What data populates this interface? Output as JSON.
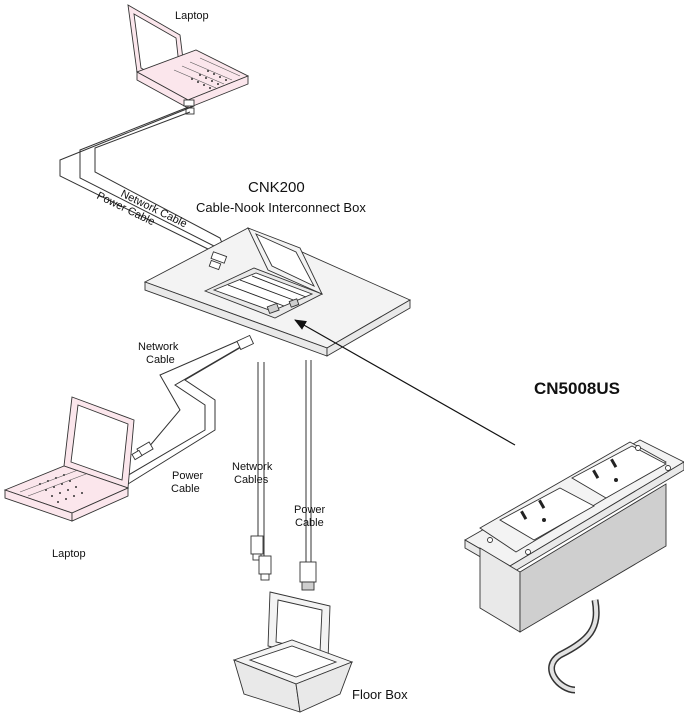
{
  "labels": {
    "laptop_top": "Laptop",
    "laptop_left": "Laptop",
    "cnk_model": "CNK200",
    "cnk_desc": "Cable-Nook Interconnect Box",
    "network_cable_top": "Network Cable",
    "power_cable_top": "Power Cable",
    "network_cable_left_1": "Network",
    "network_cable_left_2": "Cable",
    "power_cable_left_1": "Power",
    "power_cable_left_2": "Cable",
    "network_cables_1": "Network",
    "network_cables_2": "Cables",
    "power_cable_bottom_1": "Power",
    "power_cable_bottom_2": "Cable",
    "floor_box": "Floor Box",
    "cn_model": "CN5008US"
  }
}
